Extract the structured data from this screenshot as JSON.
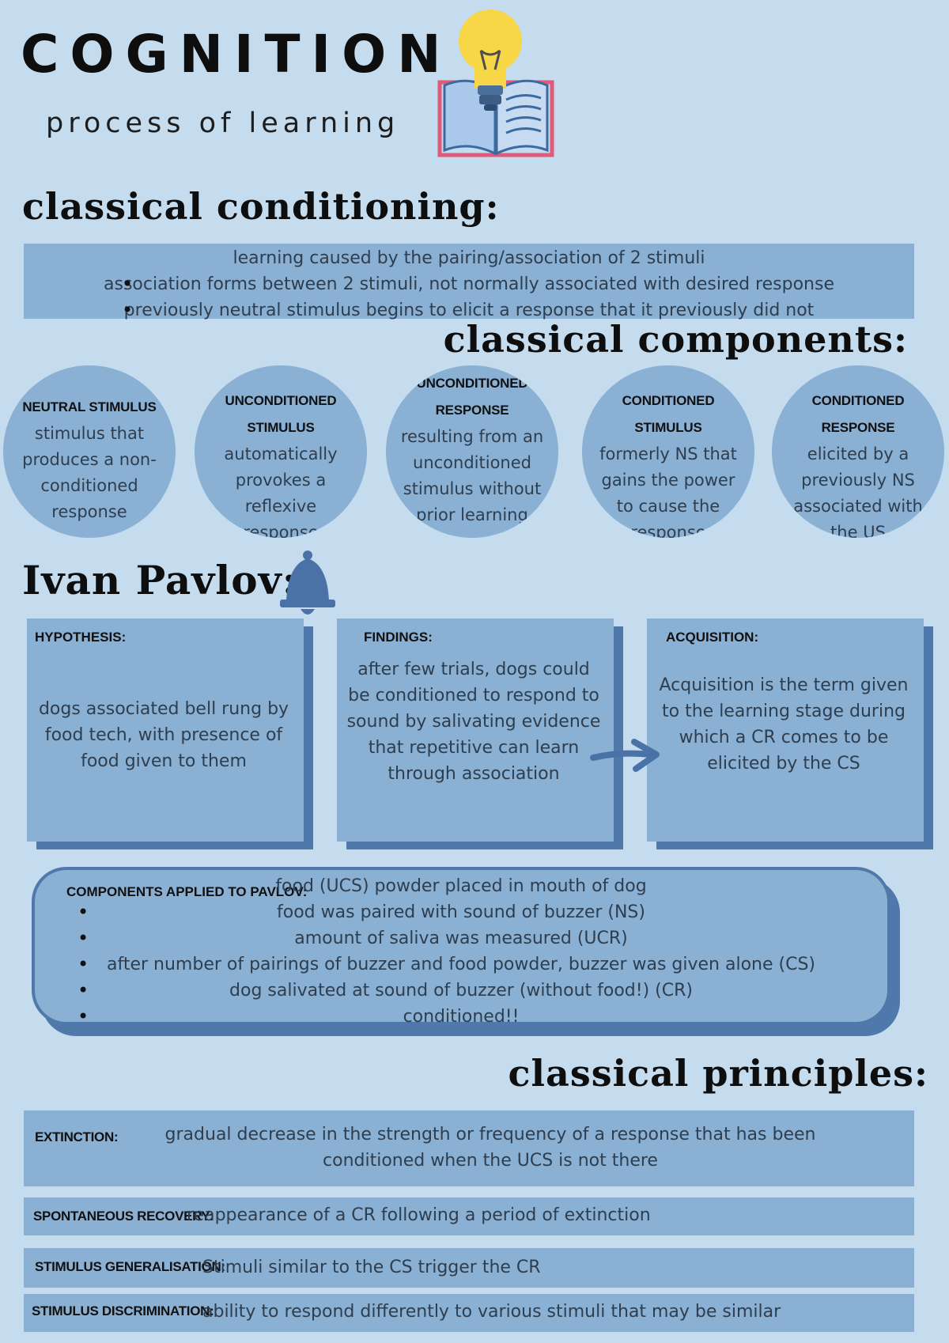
{
  "header": {
    "title": "COGNITION",
    "subtitle": "process of learning",
    "icon": "book-with-lightbulb-icon"
  },
  "classical_conditioning": {
    "heading": "classical conditioning:",
    "definition": "learning caused by the pairing/association of 2 stimuli",
    "bullets": [
      "association forms between 2 stimuli, not normally associated with desired response",
      "previously neutral stimulus begins to elicit a response that it previously did not"
    ]
  },
  "components": {
    "heading": "classical components:",
    "items": [
      {
        "title": "NEUTRAL STIMULUS",
        "desc": "stimulus that produces a non-conditioned response"
      },
      {
        "title": "UNCONDITIONED STIMULUS",
        "desc": "automatically provokes a reflexive response"
      },
      {
        "title": "UNCONDITIONED RESPONSE",
        "desc": "resulting from an unconditioned stimulus without prior learning"
      },
      {
        "title": "CONDITIONED STIMULUS",
        "desc": "formerly NS that gains the power to cause the response"
      },
      {
        "title": "CONDITIONED RESPONSE",
        "desc": "elicited by a previously NS associated with the US"
      }
    ]
  },
  "pavlov": {
    "heading": "Ivan Pavlov:",
    "icons": [
      "bell-icon",
      "arrow-right-icon"
    ],
    "boxes": [
      {
        "label": "HYPOTHESIS:",
        "text": "dogs associated bell rung by food tech, with presence of food given to them"
      },
      {
        "label": "FINDINGS:",
        "text": "after few trials, dogs could be conditioned to respond to sound by salivating evidence that repetitive can learn through association"
      },
      {
        "label": "ACQUISITION:",
        "text": "Acquisition is the term given to the learning stage during which a CR comes to be elicited by the CS"
      }
    ]
  },
  "applied": {
    "label": "COMPONENTS APPLIED TO PAVLOV:",
    "lines": [
      "food (UCS) powder placed in mouth of dog",
      "food was paired with sound of buzzer (NS)",
      "amount of saliva was measured (UCR)",
      "after number of pairings of buzzer and food powder, buzzer was given alone (CS)",
      "dog salivated at sound of buzzer (without food!) (CR)",
      "conditioned!!"
    ]
  },
  "principles": {
    "heading": "classical principles:",
    "items": [
      {
        "label": "EXTINCTION:",
        "text": "gradual decrease in the strength or frequency of a response that has been conditioned when the UCS is not there"
      },
      {
        "label": "SPONTANEOUS RECOVERY:",
        "text": "reappearance of a CR following a period of extinction"
      },
      {
        "label": "STIMULUS GENERALISATION:",
        "text": "Stimuli similar to the CS trigger the CR"
      },
      {
        "label": "STIMULUS DISCRIMINATION:",
        "text": "ability to respond differently to various stimuli that may be similar"
      }
    ]
  },
  "colors": {
    "background": "#c5dcee",
    "box": "#8ab0d3",
    "shadow": "#4f79aa",
    "bulb": "#f7d748",
    "book_cover": "#e05a7a"
  }
}
